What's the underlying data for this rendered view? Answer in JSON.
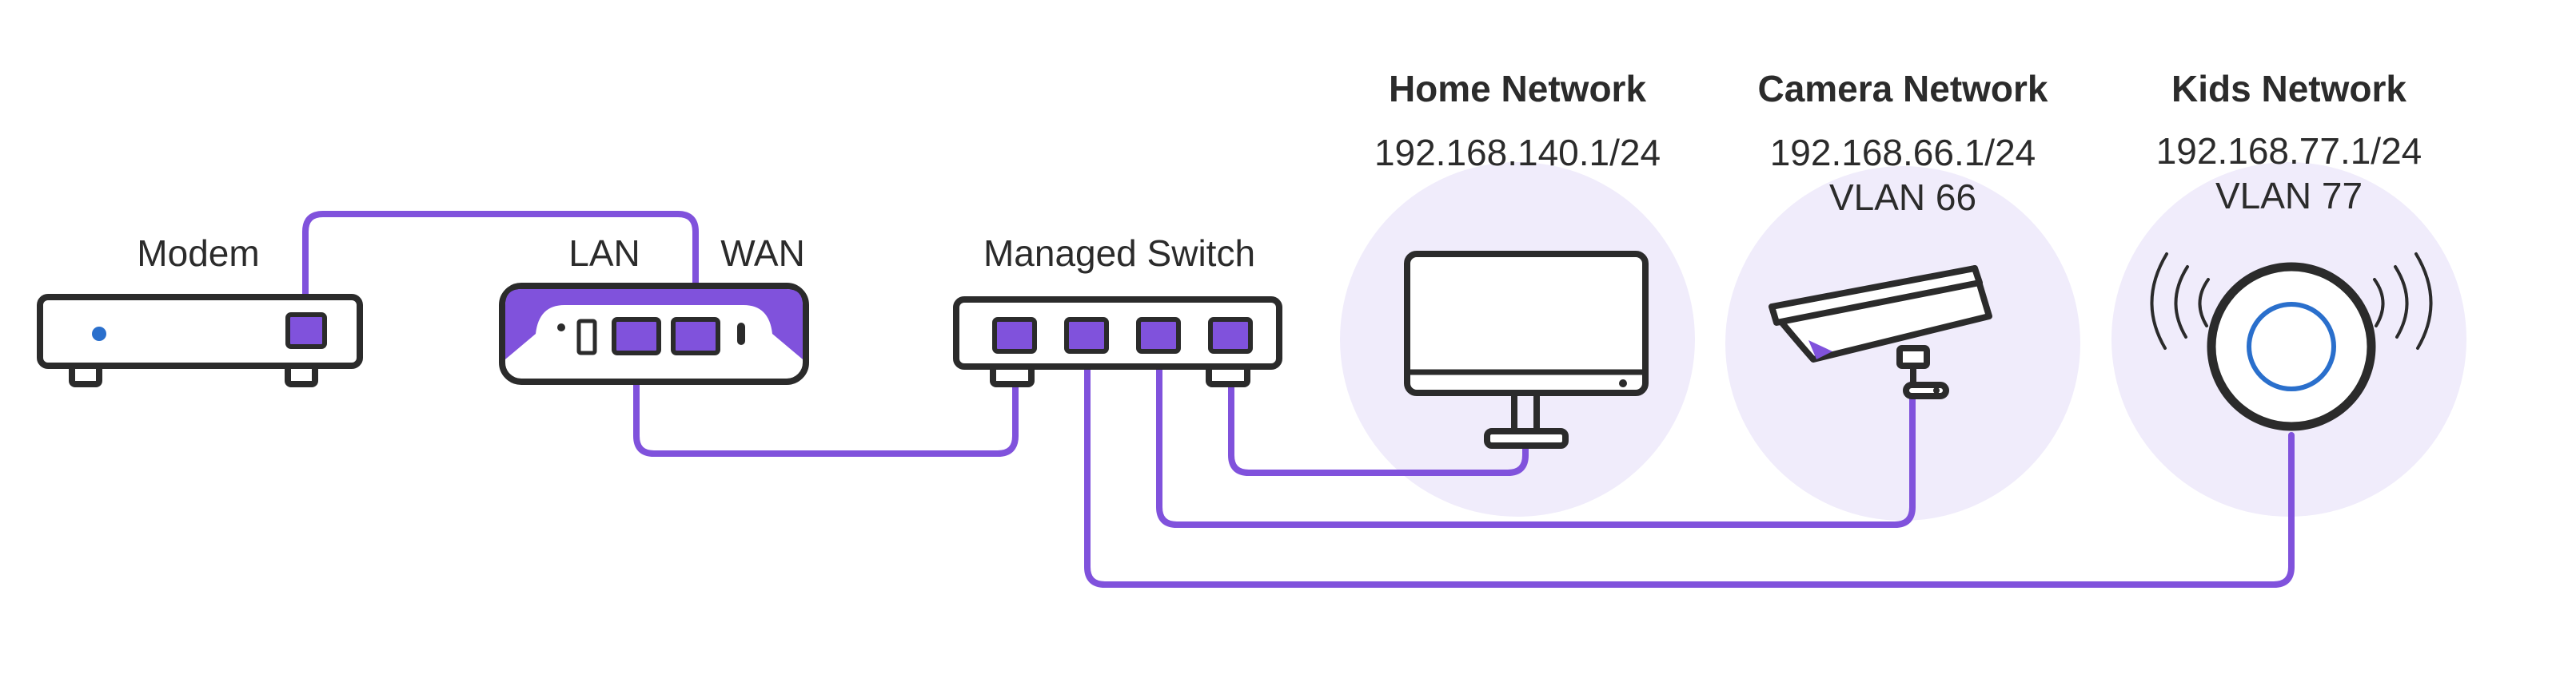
{
  "colors": {
    "accent": "#8052dc",
    "outline": "#2b2b2b",
    "zone": "#f0ecfb",
    "led": "#2a6fcc"
  },
  "devices": {
    "modem": {
      "label": "Modem",
      "icon": "modem-icon"
    },
    "router": {
      "lan_label": "LAN",
      "wan_label": "WAN",
      "icon": "router-icon"
    },
    "switch": {
      "label": "Managed Switch",
      "icon": "switch-icon"
    }
  },
  "networks": [
    {
      "name": "Home Network",
      "subnet": "192.168.140.1/24",
      "vlan": "",
      "icon": "monitor-icon"
    },
    {
      "name": "Camera Network",
      "subnet": "192.168.66.1/24",
      "vlan": "VLAN 66",
      "icon": "security-camera-icon"
    },
    {
      "name": "Kids Network",
      "subnet": "192.168.77.1/24",
      "vlan": "VLAN 77",
      "icon": "wireless-access-point-icon"
    }
  ]
}
